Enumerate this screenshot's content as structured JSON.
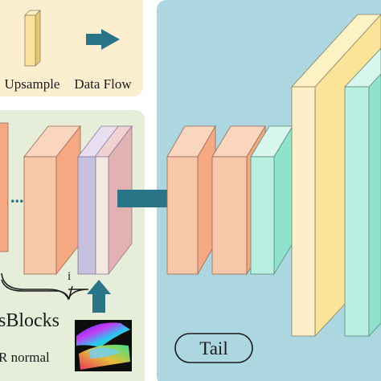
{
  "legend": {
    "upsample_label": "Upsample",
    "data_flow_label": "Data Flow"
  },
  "middle": {
    "ellipsis": "....",
    "index_mark": "i",
    "resblocks_label": "sBlocks",
    "normal_label": "R normal"
  },
  "tail": {
    "label": "Tail"
  },
  "colors": {
    "legend_bg": "#fbefcf",
    "middle_bg": "#e6edd9",
    "tail_bg": "#acd6e0",
    "orange_block": "#f5a882",
    "orange_front": "#f7c7a9",
    "lavender_block": "#c6bfdd",
    "pink_block": "#e2b2b2",
    "teal_block": "#8fe3cd",
    "yellow_block": "#fbe39a",
    "arrow": "#2a7488"
  }
}
